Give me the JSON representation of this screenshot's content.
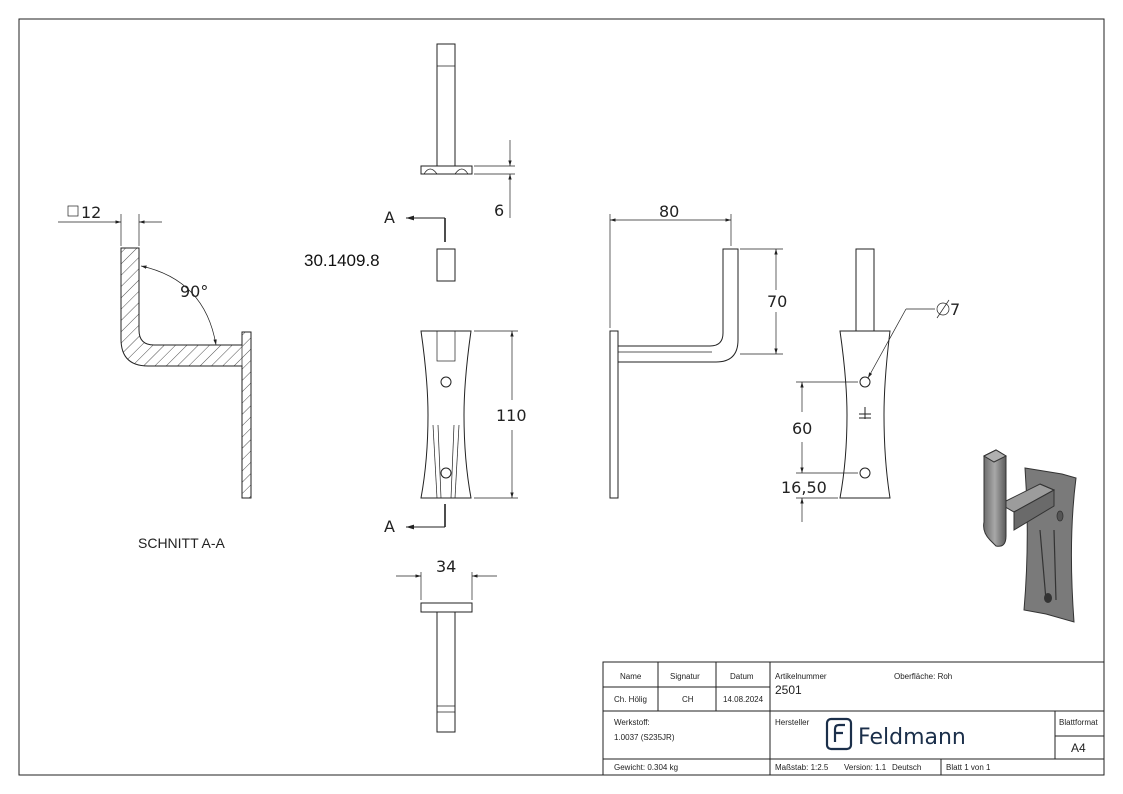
{
  "drawing": {
    "part_number_label": "30.1409.8",
    "section_label": "SCHNITT A-A",
    "section_marker_top": "A",
    "section_marker_bottom": "A",
    "dimensions": {
      "square_12": "12",
      "angle_90": "90°",
      "thickness_6": "6",
      "width_80": "80",
      "height_70": "70",
      "height_110": "110",
      "hole_dia": "7",
      "spacing_60": "60",
      "offset_16_50": "16,50",
      "width_34": "34"
    }
  },
  "title_block": {
    "headers": {
      "name": "Name",
      "signatur": "Signatur",
      "datum": "Datum",
      "artikelnummer": "Artikelnummer",
      "oberflaeche": "Oberfläche:  Roh",
      "werkstoff": "Werkstoff:",
      "hersteller": "Hersteller",
      "blattformat": "Blattformat"
    },
    "values": {
      "name": "Ch. Hölig",
      "signatur": "CH",
      "datum": "14.08.2024",
      "artikelnummer": "2501",
      "werkstoff": "1.0037 (S235JR)",
      "blattformat": "A4",
      "gewicht": "Gewicht: 0.304 kg",
      "massstab": "Maßstab: 1:2.5",
      "version": "Version:  1.1",
      "sprache": "Deutsch",
      "blatt": "Blatt 1 von 1"
    },
    "logo_text": "Feldmann",
    "logo_color": "#1b2f4a"
  }
}
